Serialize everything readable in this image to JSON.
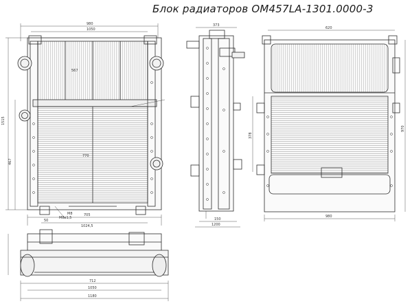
{
  "title": "Блок радиаторов ОМ457LA-1301.0000-3",
  "dims": {
    "front_top": "980",
    "front_width": "1050",
    "front_left_total": "1515",
    "front_left_lower": "467",
    "front_bottom_a": "705",
    "front_bottom_b": "1024,5",
    "front_mid": "770",
    "front_core_upper": "567",
    "front_label_m": "M8",
    "front_label_a": "M8x1,5",
    "front_label_b": "50",
    "side_top": "373",
    "side_bottom_a": "150",
    "side_bottom_b": "1200",
    "right_top": "620",
    "right_bottom": "980",
    "right_mid": "970",
    "right_side": "378",
    "bottom_a": "712",
    "bottom_b": "1050",
    "bottom_c": "1180"
  },
  "colors": {
    "line": "#2b2b2b",
    "thin": "#555555",
    "fill": "#f2f2f2",
    "paper": "#ffffff"
  }
}
